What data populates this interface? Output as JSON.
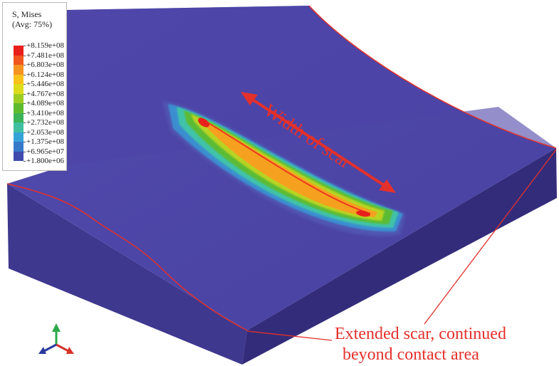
{
  "legend": {
    "title": "S, Mises",
    "subtitle": "(Avg: 75%)",
    "values": [
      "+8.159e+08",
      "+7.481e+08",
      "+6.803e+08",
      "+6.124e+08",
      "+5.446e+08",
      "+4.767e+08",
      "+4.089e+08",
      "+3.410e+08",
      "+2.732e+08",
      "+2.053e+08",
      "+1.375e+08",
      "+6.965e+07",
      "+1.800e+06"
    ],
    "colors": [
      "#e8201b",
      "#f0561e",
      "#f59320",
      "#f9c21a",
      "#dcdc1c",
      "#9ecd22",
      "#5fbb2e",
      "#3bb358",
      "#40c0a0",
      "#36a3d8",
      "#3779c9",
      "#3f4aac"
    ]
  },
  "colors": {
    "plate_top": "#4b44a6",
    "plate_side": "#3a3386",
    "annotation": "#e4302b"
  },
  "annotations": {
    "width_label": "Width of scar",
    "caption_line1": "Extended scar, continued",
    "caption_line2": "beyond contact area"
  },
  "axis_triad": {
    "icon": "coordinate-triad-icon",
    "colors": [
      "#2fa84a",
      "#d6332a",
      "#2b3a9c"
    ]
  }
}
